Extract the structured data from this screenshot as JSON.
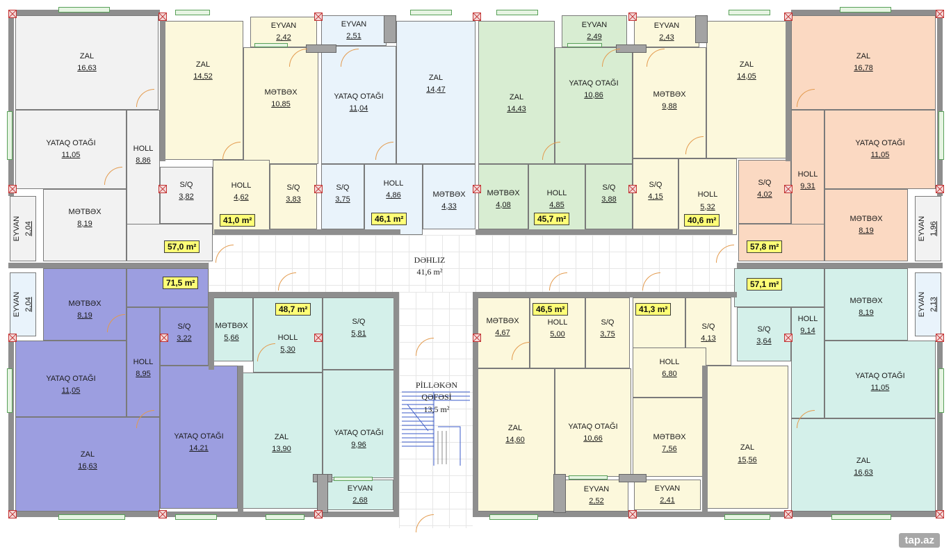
{
  "colors": {
    "blue_apartment": "#9c9ee0",
    "white_apartment": "#f2f2f2",
    "cream_apartment": "#fcf8dc",
    "lightblue_apartment": "#e9f3fb",
    "green_apartment": "#d8edd2",
    "peach_apartment": "#fbd9c2",
    "teal_apartment": "#d4f0ea",
    "area_tag": "#ffff77",
    "wall": "#8e8e8e",
    "door": "#e39a4d"
  },
  "corridor": {
    "name": "DƏHLIZ",
    "area": "41,6 m²"
  },
  "stairs": {
    "line1": "PİLLƏKƏN",
    "line2": "QƏFƏSİ",
    "area": "13,5 m²"
  },
  "watermark": "tap.az",
  "apartment_areas": {
    "tl": "57,0 m²",
    "t2": "41,0 m²",
    "t3": "46,1 m²",
    "t4": "45,7 m²",
    "t5": "40,6 m²",
    "tr": "57,8 m²",
    "bl": "71,5 m²",
    "b2": "48,7 m²",
    "b3": "46,5 m²",
    "b4": "41,3 m²",
    "br": "57,1 m²"
  },
  "rooms": {
    "tl_zal": {
      "name": "ZAL",
      "area": "16,63"
    },
    "tl_yataq": {
      "name": "YATAQ OTAĞI",
      "area": "11,05"
    },
    "tl_holl": {
      "name": "HOLL",
      "area": "8,86"
    },
    "tl_metbex": {
      "name": "MƏTBƏX",
      "area": "8,19"
    },
    "tl_eyvan": {
      "name": "EYVAN",
      "area": "2,04"
    },
    "tl_sq": {
      "name": "S/Q",
      "area": "3,82"
    },
    "t2_zal": {
      "name": "ZAL",
      "area": "14,52"
    },
    "t2_eyvan": {
      "name": "EYVAN",
      "area": "2,42"
    },
    "t2_metbex": {
      "name": "MƏTBƏX",
      "area": "10,85"
    },
    "t2_holl": {
      "name": "HOLL",
      "area": "4,62"
    },
    "t2_sq": {
      "name": "S/Q",
      "area": "3,83"
    },
    "t3_eyvan": {
      "name": "EYVAN",
      "area": "2,51"
    },
    "t3_yataq": {
      "name": "YATAQ OTAĞI",
      "area": "11,04"
    },
    "t3_zal": {
      "name": "ZAL",
      "area": "14,47"
    },
    "t3_sq": {
      "name": "S/Q",
      "area": "3,75"
    },
    "t3_holl": {
      "name": "HOLL",
      "area": "4,86"
    },
    "t3_metbex": {
      "name": "MƏTBƏX",
      "area": "4,33"
    },
    "t4_zal": {
      "name": "ZAL",
      "area": "14,43"
    },
    "t4_eyvan": {
      "name": "EYVAN",
      "area": "2,49"
    },
    "t4_yataq": {
      "name": "YATAQ OTAĞI",
      "area": "10,86"
    },
    "t4_metbex": {
      "name": "MƏTBƏX",
      "area": "4,08"
    },
    "t4_holl": {
      "name": "HOLL",
      "area": "4,85"
    },
    "t4_sq": {
      "name": "S/Q",
      "area": "3,88"
    },
    "t5_eyvan": {
      "name": "EYVAN",
      "area": "2,43"
    },
    "t5_metbex": {
      "name": "MƏTBƏX",
      "area": "9,88"
    },
    "t5_zal": {
      "name": "ZAL",
      "area": "14,05"
    },
    "t5_sq": {
      "name": "S/Q",
      "area": "4,15"
    },
    "t5_holl": {
      "name": "HOLL",
      "area": "5,32"
    },
    "tr_zal": {
      "name": "ZAL",
      "area": "16,78"
    },
    "tr_yataq": {
      "name": "YATAQ OTAĞI",
      "area": "11,05"
    },
    "tr_sq": {
      "name": "S/Q",
      "area": "4,02"
    },
    "tr_holl": {
      "name": "HOLL",
      "area": "9,31"
    },
    "tr_metbex": {
      "name": "MƏTBƏX",
      "area": "8,19"
    },
    "tr_eyvan": {
      "name": "EYVAN",
      "area": "1,96"
    },
    "bl_eyvan": {
      "name": "EYVAN",
      "area": "2,04"
    },
    "bl_metbex": {
      "name": "MƏTBƏX",
      "area": "8,19"
    },
    "bl_sq": {
      "name": "S/Q",
      "area": "3,22"
    },
    "bl_holl": {
      "name": "HOLL",
      "area": "8,95"
    },
    "bl_yataq": {
      "name": "YATAQ OTAĞI",
      "area": "11,05"
    },
    "bl_zal": {
      "name": "ZAL",
      "area": "16,63"
    },
    "bl_yataq2": {
      "name": "YATAQ OTAĞI",
      "area": "14,21"
    },
    "b2_metbex": {
      "name": "MƏTBƏX",
      "area": "5,66"
    },
    "b2_holl": {
      "name": "HOLL",
      "area": "5,30"
    },
    "b2_sq": {
      "name": "S/Q",
      "area": "5,81"
    },
    "b2_zal": {
      "name": "ZAL",
      "area": "13,90"
    },
    "b2_yataq": {
      "name": "YATAQ OTAĞI",
      "area": "9,96"
    },
    "b2_eyvan": {
      "name": "EYVAN",
      "area": "2,68"
    },
    "b3_metbex": {
      "name": "MƏTBƏX",
      "area": "4,67"
    },
    "b3_holl": {
      "name": "HOLL",
      "area": "5,00"
    },
    "b3_sq": {
      "name": "S/Q",
      "area": "3,75"
    },
    "b3_zal": {
      "name": "ZAL",
      "area": "14,60"
    },
    "b3_yataq": {
      "name": "YATAQ OTAĞI",
      "area": "10,66"
    },
    "b3_eyvan": {
      "name": "EYVAN",
      "area": "2,52"
    },
    "b4_sq": {
      "name": "S/Q",
      "area": "4,13"
    },
    "b4_holl": {
      "name": "HOLL",
      "area": "6,80"
    },
    "b4_metbex": {
      "name": "MƏTBƏX",
      "area": "7,56"
    },
    "b4_eyvan": {
      "name": "EYVAN",
      "area": "2,41"
    },
    "b4_zal": {
      "name": "ZAL",
      "area": "15,56"
    },
    "br_sq": {
      "name": "S/Q",
      "area": "3,64"
    },
    "br_holl": {
      "name": "HOLL",
      "area": "9,14"
    },
    "br_metbex": {
      "name": "MƏTBƏX",
      "area": "8,19"
    },
    "br_eyvan": {
      "name": "EYVAN",
      "area": "2,13"
    },
    "br_yataq": {
      "name": "YATAQ OTAĞI",
      "area": "11,05"
    },
    "br_zal": {
      "name": "ZAL",
      "area": "16,63"
    }
  }
}
